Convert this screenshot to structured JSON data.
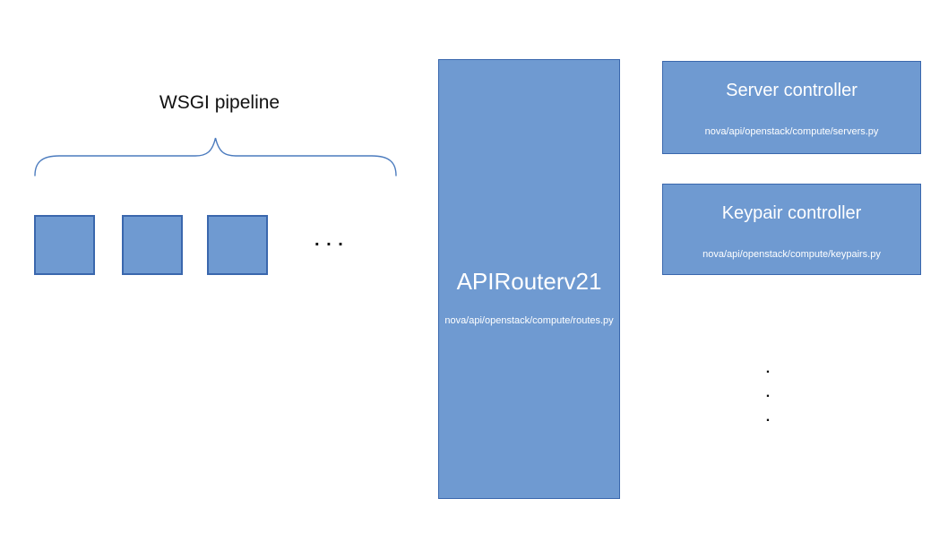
{
  "colors": {
    "background": "#ffffff",
    "box_fill": "#6f9ad1",
    "box_border": "#3a67ad",
    "brace_stroke": "#4b7bbe",
    "heading_text": "#111111",
    "box_text": "#ffffff"
  },
  "wsgi_pipeline": {
    "title": "WSGI pipeline",
    "middleware_square_count": 3,
    "ellipsis": ". . ."
  },
  "router": {
    "title": "APIRouterv21",
    "path": "nova/api/openstack/compute/routes.py"
  },
  "controllers": [
    {
      "title": "Server controller",
      "path": "nova/api/openstack/compute/servers.py"
    },
    {
      "title": "Keypair controller",
      "path": "nova/api/openstack/compute/keypairs.py"
    }
  ],
  "more_controllers_ellipsis": [
    ".",
    ".",
    "."
  ]
}
